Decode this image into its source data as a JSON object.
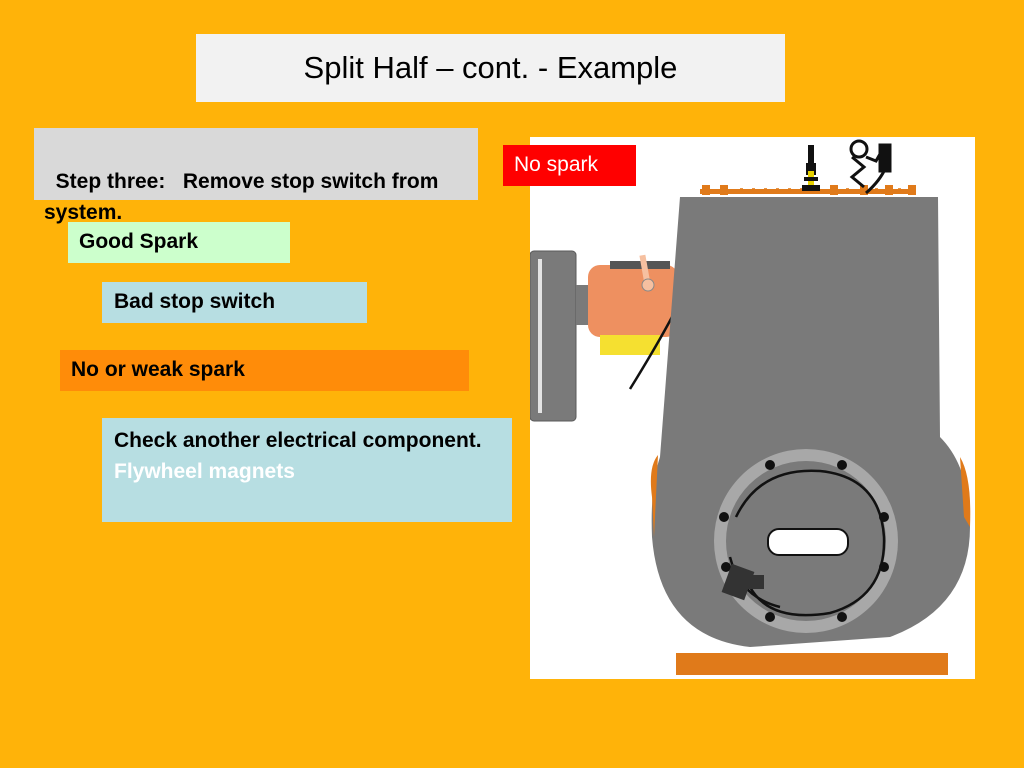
{
  "title": "Split Half – cont. - Example",
  "step": {
    "text": "Step three:   Remove stop switch from system."
  },
  "flow": {
    "good_spark": "Good Spark",
    "bad_stop_switch": "Bad stop switch",
    "no_or_weak_spark": "No or weak spark",
    "check_text": "Check another electrical component.",
    "check_link": "Flywheel magnets"
  },
  "callout": {
    "no_spark": "No spark"
  },
  "colors": {
    "background": "#FFB309",
    "title_box": "#F2F2F2",
    "step_box": "#D9D9D9",
    "good_box": "#CCFFCC",
    "info_box": "#B7DEE2",
    "weak_box": "#FF8C09",
    "no_spark_box": "#FF0000",
    "engine_body": "#7A7A7A"
  },
  "illustration": {
    "subject": "engine-illustration",
    "icons": [
      "engine-block-icon",
      "flywheel-icon",
      "spark-plug-icon",
      "stop-switch-icon"
    ]
  }
}
